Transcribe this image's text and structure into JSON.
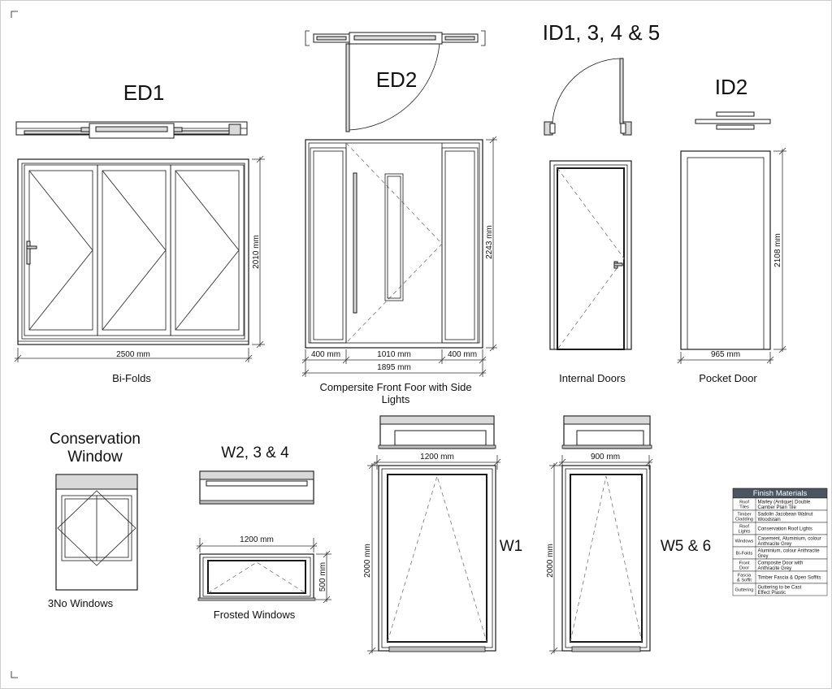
{
  "labels": {
    "ed1": "ED1",
    "ed2": "ED2",
    "id1": "ID1, 3, 4 & 5",
    "id2": "ID2",
    "conservation_line1": "Conservation",
    "conservation_line2": "Window",
    "w2": "W2, 3 & 4",
    "w1": "W1",
    "w5": "W5 & 6"
  },
  "captions": {
    "bifolds": "Bi-Folds",
    "front_door_line1": "Compersite Front Foor with Side",
    "front_door_line2": "Lights",
    "internal_doors": "Internal Doors",
    "pocket_door": "Pocket Door",
    "three_no_windows": "3No Windows",
    "frosted_windows": "Frosted Windows"
  },
  "dimensions": {
    "ed1_height": "2010 mm",
    "ed1_width": "2500 mm",
    "ed2_height": "2243 mm",
    "ed2_side_left": "400 mm",
    "ed2_door": "1010 mm",
    "ed2_side_right": "400 mm",
    "ed2_total": "1895 mm",
    "id2_height": "2108 mm",
    "id2_width": "965 mm",
    "w2_width": "1200 mm",
    "w2_height": "500 mm",
    "w1_width": "1200 mm",
    "w1_height": "2000 mm",
    "w5_width": "900 mm",
    "w5_height": "2000 mm"
  },
  "finish_table": {
    "title": "Finish Materials",
    "rows": [
      {
        "item": [
          "Roof",
          "Tiles"
        ],
        "value": [
          "Marley (Antique) Double",
          "Camber Plain Tile"
        ]
      },
      {
        "item": [
          "Timber",
          "Cladding"
        ],
        "value": [
          "Sadolin Jacobean Walnut",
          "Woodstain"
        ]
      },
      {
        "item": [
          "Roof",
          "Lights"
        ],
        "value": [
          "Conservation Roof Lights"
        ]
      },
      {
        "item": [
          "Windows"
        ],
        "value": [
          "Casement, Aluminium, colour",
          "Anthracite Grey"
        ]
      },
      {
        "item": [
          "Bi-Folds"
        ],
        "value": [
          "Aluminium, colour Anthracite",
          "Grey"
        ]
      },
      {
        "item": [
          "Front",
          "Door"
        ],
        "value": [
          "Composite Door with",
          "Anthracite Grey"
        ]
      },
      {
        "item": [
          "Fascia",
          "& Soffit"
        ],
        "value": [
          "Timber Fascia & Open Soffits"
        ]
      },
      {
        "item": [
          "Guttering"
        ],
        "value": [
          "Guttering to be Cast",
          "Effect Plastic"
        ]
      }
    ]
  },
  "colors": {
    "line": "#1a1a1a",
    "table_header": "#4a5560",
    "dashed_hinge": "#777777",
    "frame_fill": "#d9d9d9"
  }
}
